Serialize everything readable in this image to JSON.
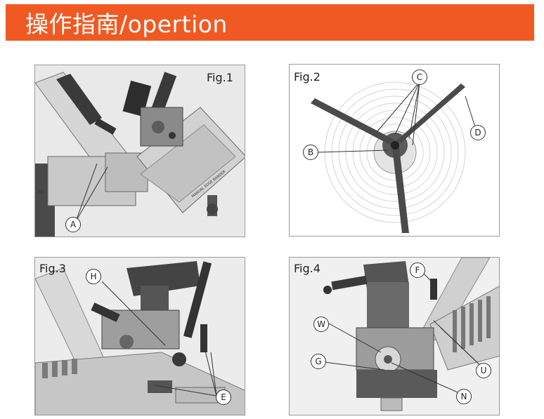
{
  "header": {
    "title": "操作指南/opertion",
    "background": "#f05a22"
  },
  "figures": [
    {
      "label": "Fig.1",
      "callouts": [
        "A"
      ]
    },
    {
      "label": "Fig.2",
      "callouts": [
        "B",
        "C",
        "D"
      ]
    },
    {
      "label": "Fig.3",
      "callouts": [
        "H",
        "E"
      ]
    },
    {
      "label": "Fig.4",
      "callouts": [
        "F",
        "W",
        "G",
        "U",
        "N"
      ]
    }
  ],
  "fig1_plate_text": "MANUAL EDGE BANDER",
  "fig1_side_number": "85"
}
